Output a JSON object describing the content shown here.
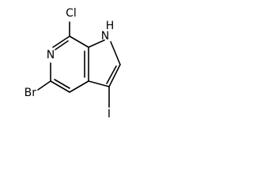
{
  "molecule": {
    "atoms": {
      "chlorine": "Cl",
      "nitrogen_ring": "N",
      "nh": "H",
      "nh_n": "N",
      "bromine": "Br",
      "iodine": "I"
    }
  },
  "colors": {
    "bond": "#000000",
    "label": "#000000",
    "background": "#ffffff"
  }
}
